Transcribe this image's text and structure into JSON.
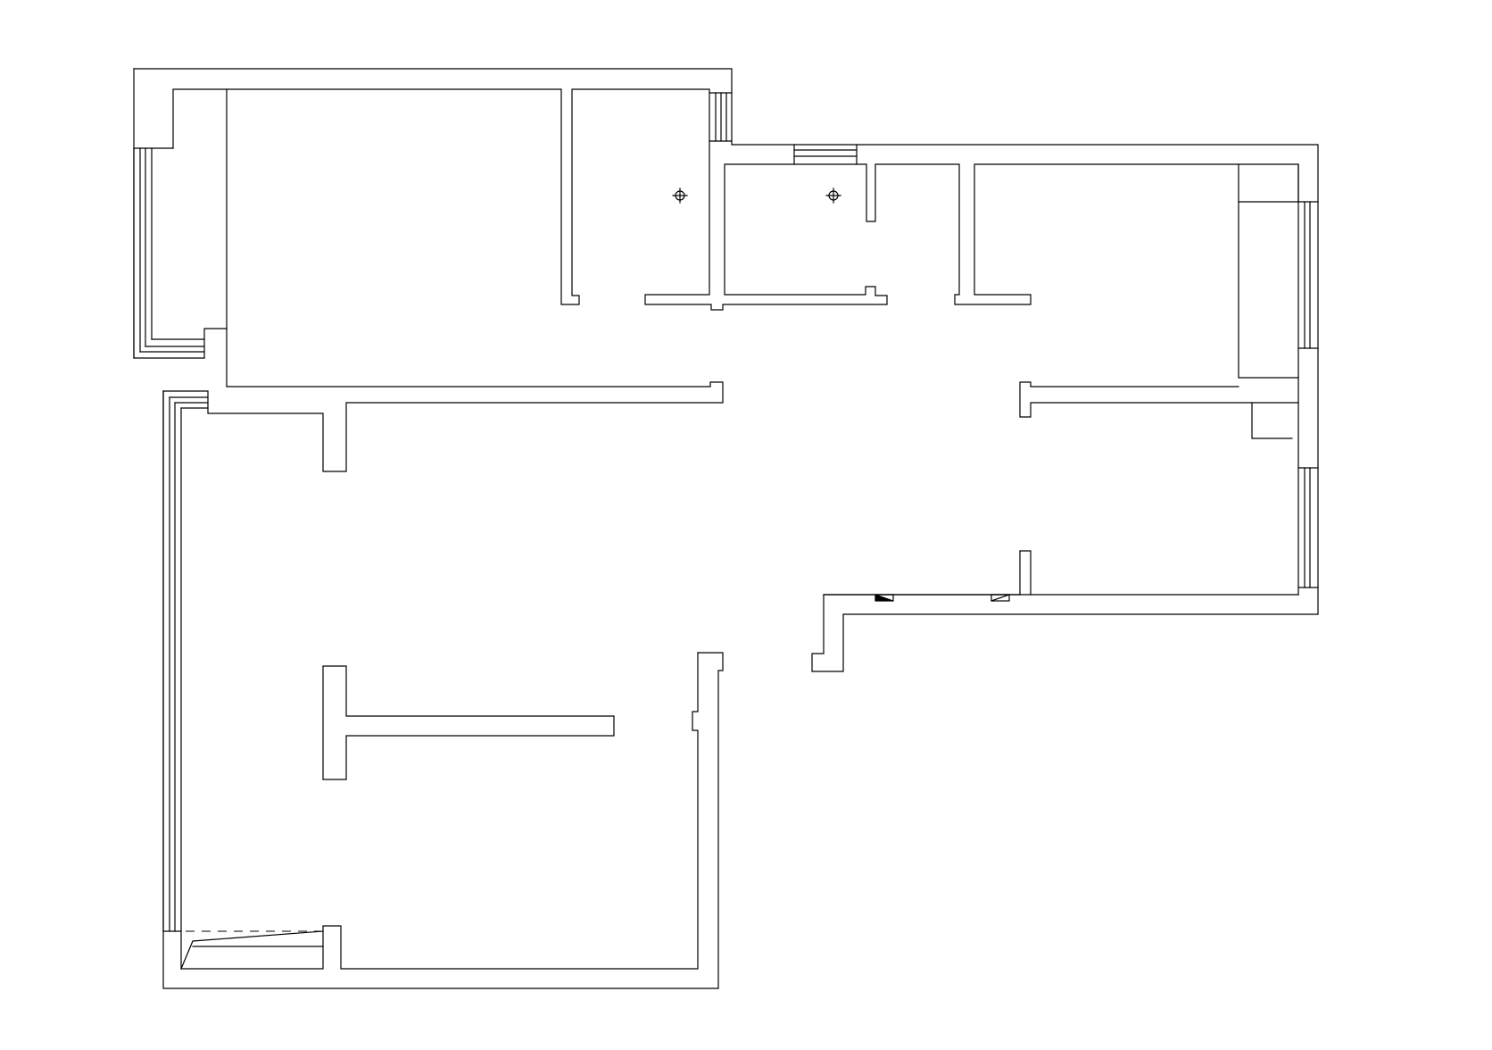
{
  "drawing": {
    "kind": "floor-plan",
    "line_color": "#000000",
    "background_color": "#ffffff",
    "labels": []
  },
  "symbols": {
    "drain_icon": "crosshair-circle",
    "meter_icon": "triangle-in-box"
  }
}
